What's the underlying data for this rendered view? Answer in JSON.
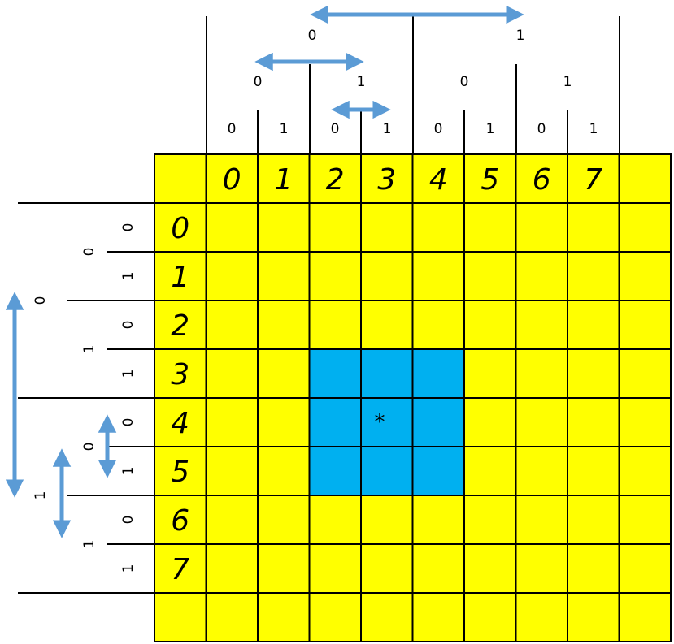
{
  "colors": {
    "grid_fill": "#FFFF00",
    "highlight_fill": "#00B0F0",
    "arrow": "#5B9BD5",
    "line": "#000000"
  },
  "grid": {
    "column_labels": [
      "0",
      "1",
      "2",
      "3",
      "4",
      "5",
      "6",
      "7"
    ],
    "row_labels": [
      "0",
      "1",
      "2",
      "3",
      "4",
      "5",
      "6",
      "7"
    ],
    "highlighted_rows": [
      3,
      4,
      5
    ],
    "highlighted_cols": [
      2,
      3,
      4
    ],
    "center_marker": "*",
    "center_cell": {
      "row": 4,
      "col": 3
    }
  },
  "column_tree": {
    "level1": [
      "0",
      "1"
    ],
    "level2": [
      "0",
      "1",
      "0",
      "1"
    ],
    "level3": [
      "0",
      "1",
      "0",
      "1",
      "0",
      "1",
      "0",
      "1"
    ]
  },
  "row_tree": {
    "level1": [
      "0",
      "1"
    ],
    "level2": [
      "0",
      "1",
      "0",
      "1"
    ],
    "level3": [
      "0",
      "1",
      "0",
      "1",
      "0",
      "1",
      "0",
      "1"
    ]
  }
}
